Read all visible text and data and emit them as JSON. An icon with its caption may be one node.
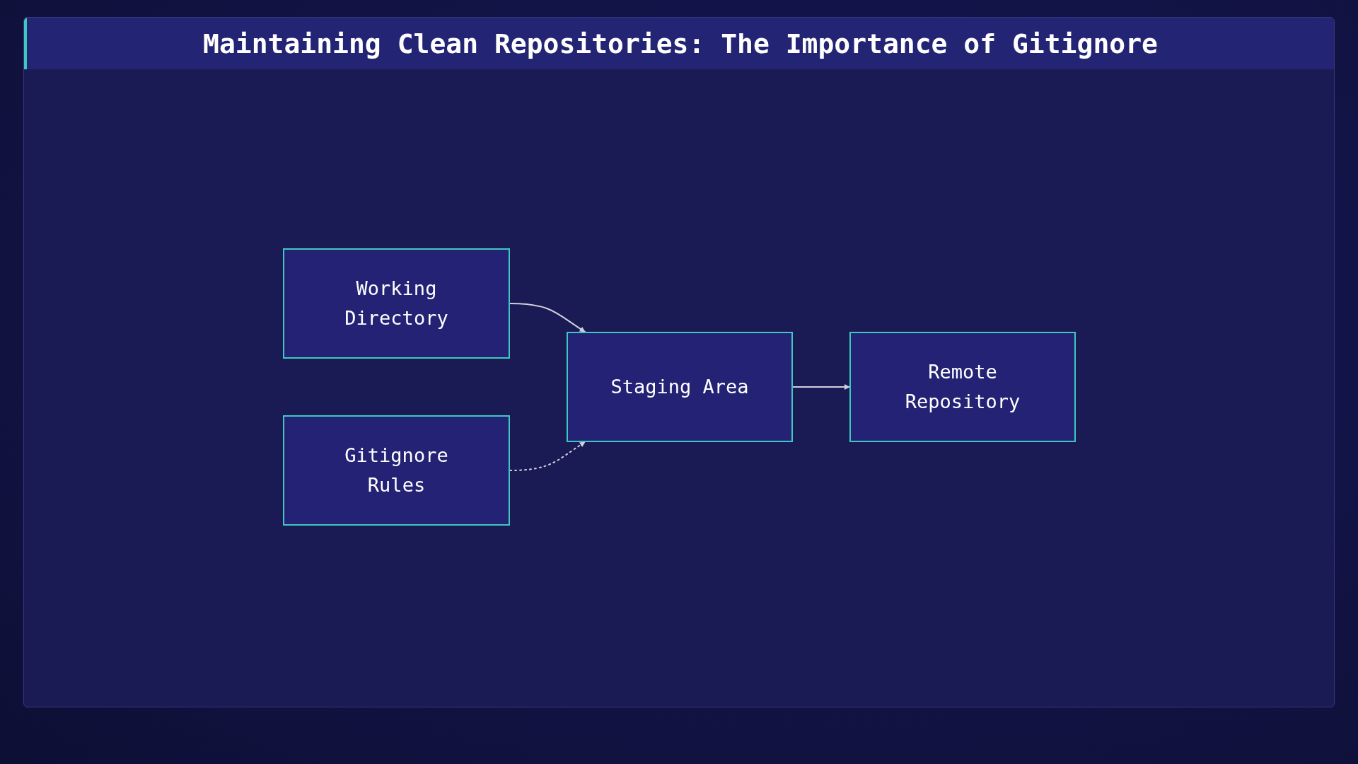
{
  "diagram": {
    "title": "Maintaining Clean Repositories: The Importance of Gitignore",
    "nodes": [
      {
        "text": [
          "Working Directory"
        ]
      },
      {
        "text": [
          "Gitignore Rules"
        ]
      },
      {
        "text": [
          "Staging Area"
        ]
      },
      {
        "text": [
          "Remote Repository"
        ]
      }
    ],
    "edges": [
      {
        "from": 0,
        "to": 2,
        "arrow": "to"
      },
      {
        "from": 1,
        "to": 2,
        "arrow": "to",
        "style": "dashed"
      },
      {
        "from": 2,
        "to": 3,
        "arrow": "to"
      }
    ]
  }
}
